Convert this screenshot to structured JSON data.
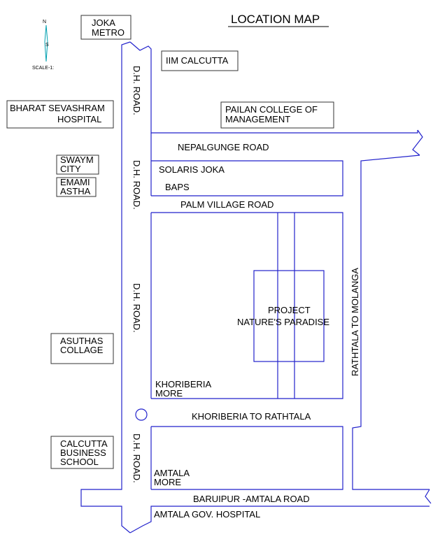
{
  "title": "LOCATION MAP",
  "scale_label": "SCALE-1:",
  "compass": {
    "north": "N",
    "south": "S",
    "icon": "north-arrow-icon"
  },
  "colors": {
    "road": "#2222cc",
    "box": "#333333",
    "text": "#000000",
    "compass": "#00a0b0"
  },
  "landmarks": {
    "joka_metro": [
      "JOKA",
      "METRO"
    ],
    "iim": "IIM CALCUTTA",
    "bharat": [
      "BHARAT SEVASHRAM",
      "HOSPITAL"
    ],
    "pailan": [
      "PAILAN  COLLEGE OF",
      "MANAGEMENT"
    ],
    "swaym": [
      "SWAYM",
      "CITY"
    ],
    "emami": [
      "EMAMI",
      "ASTHA"
    ],
    "asuthas": [
      "ASUTHAS",
      "COLLAGE"
    ],
    "calcutta_business": [
      "CALCUTTA",
      "BUSINESS",
      "SCHOOL"
    ]
  },
  "roads": {
    "dh_road": "D.H. ROAD.",
    "nepalgunge": "NEPALGUNGE ROAD",
    "palm_village": "PALM VILLAGE ROAD",
    "khoriberia_rathtala": "KHORIBERIA TO RATHTALA",
    "baruipur_amtala": "BARUIPUR -AMTALA ROAD",
    "rathtala_molanga": "RATHTALA  TO  MOLANGA"
  },
  "places": {
    "solaris": "SOLARIS JOKA",
    "baps": "BAPS",
    "khoriberia_more": [
      "KHORIBERIA",
      "MORE"
    ],
    "amtala_more": [
      "AMTALA",
      "MORE"
    ],
    "amtala_hospital": "AMTALA GOV. HOSPITAL"
  },
  "project": [
    "PROJECT",
    "NATURE'S PARADISE"
  ]
}
